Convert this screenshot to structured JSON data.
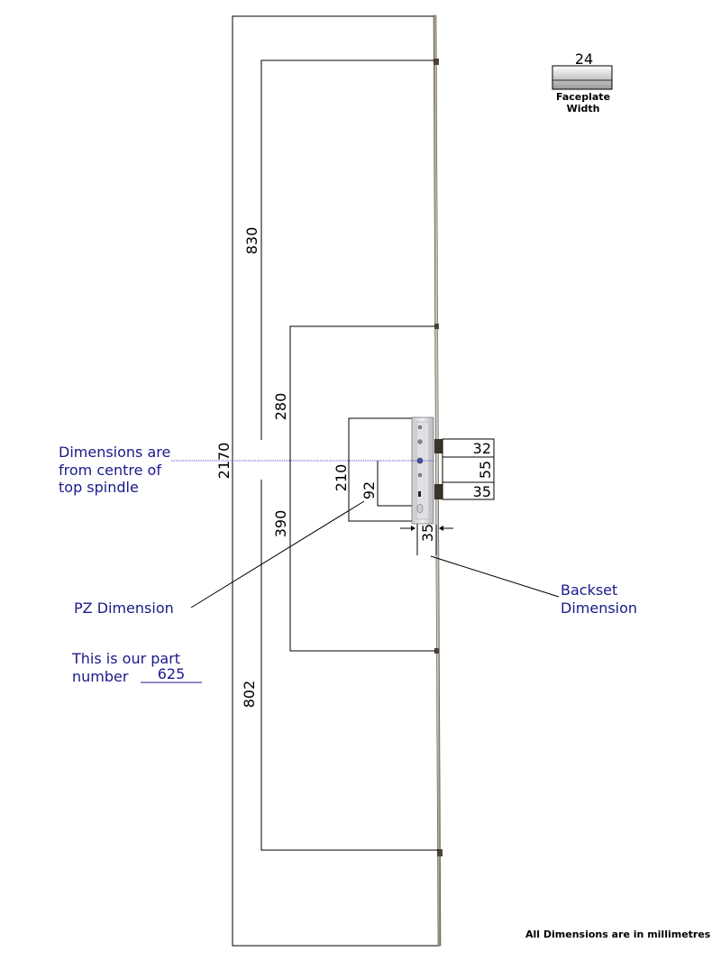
{
  "faceplate": {
    "width_value": "24",
    "label_line1": "Faceplate",
    "label_line2": "Width"
  },
  "dimensions": {
    "total_length": "2170",
    "top_hook": "830",
    "upper_roller": "280",
    "lower_roller": "390",
    "bottom_hook": "802",
    "gearbox_height": "210",
    "pz": "92",
    "backset": "35",
    "keep_top": "32",
    "keep_mid": "55",
    "keep_bottom": "35"
  },
  "notes": {
    "spindle_line1": "Dimensions are",
    "spindle_line2": "from centre of",
    "spindle_line3": "top spindle",
    "pz_label": "PZ Dimension",
    "backset_line1": "Backset",
    "backset_line2": "Dimension",
    "part_line1": "This is our part",
    "part_prefix": "number ",
    "part_number": "625",
    "units_note": "All Dimensions are in millimetres"
  },
  "colors": {
    "note_text": "#1a1a8a",
    "spindle_line": "#3333cc"
  }
}
